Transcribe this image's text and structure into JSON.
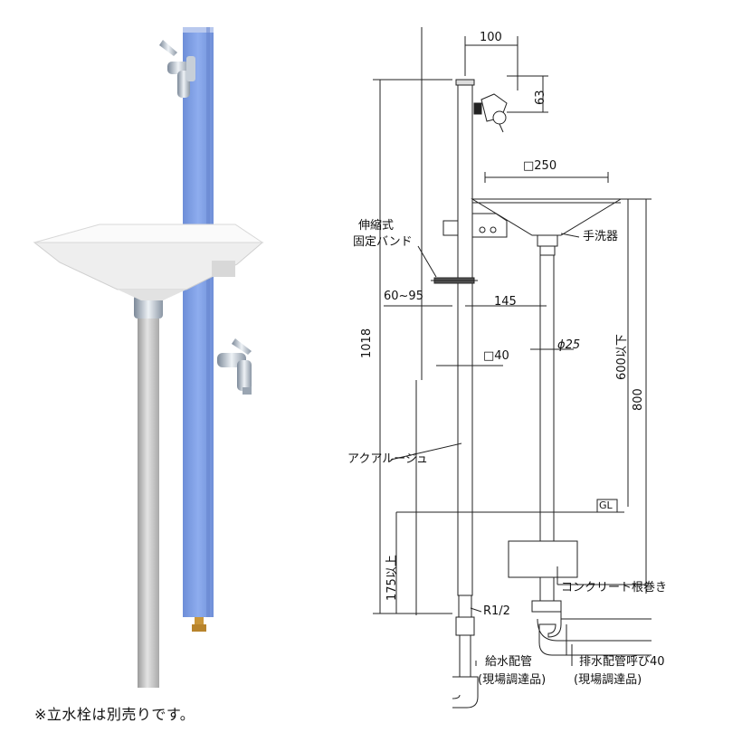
{
  "drawing": {
    "dim_top_width": "100",
    "dim_faucet_height": "63",
    "dim_basin_width": "□250",
    "label_band": [
      "伸縮式",
      "固定バンド"
    ],
    "label_basin": "手洗器",
    "dim_band_range": "60~95",
    "dim_center": "145",
    "dim_total_height": "1018",
    "dim_post": "□40",
    "dim_pipe": "ϕ25",
    "dim_basin_height": "600以下",
    "dim_basin_total": "800",
    "label_post": "アクアルージュ",
    "label_gl": "GL",
    "dim_embed": "175以上",
    "label_concrete": "コンクリート根巻き",
    "label_thread": "R1/2",
    "label_supply": [
      "給水配管",
      "(現場調達品)"
    ],
    "label_drain": [
      "排水配管呼び40",
      "(現場調達品)"
    ]
  },
  "footnote": "※立水栓は別売りです。",
  "colors": {
    "post_blue": "#7f9fe3",
    "basin_white": "#f4f4f4",
    "pipe_silver": "#c9c9c9",
    "line": "#222222"
  }
}
